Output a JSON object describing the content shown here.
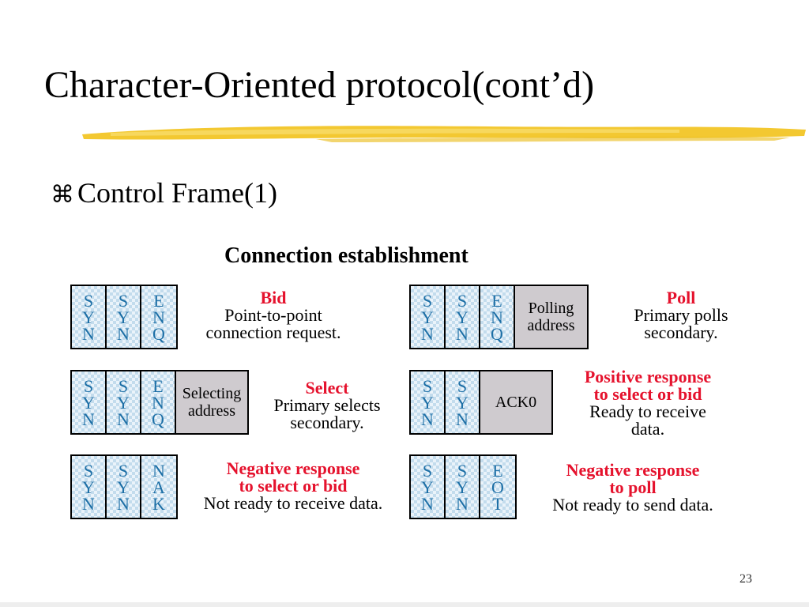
{
  "slide": {
    "title": "Character-Oriented protocol(cont’d)",
    "bullet_glyph": "⌘",
    "bullet_text": "Control Frame(1)",
    "page_number": "23",
    "colors": {
      "underline": "#f2c21b",
      "field_char": "#1d6fa6",
      "highlight": "#e5122d",
      "address_fill": "#cfcbcf"
    }
  },
  "diagram": {
    "title": "Connection establishment",
    "frames": [
      {
        "cells": [
          [
            "S",
            "Y",
            "N"
          ],
          [
            "S",
            "Y",
            "N"
          ],
          [
            "E",
            "N",
            "Q"
          ]
        ],
        "field": ""
      },
      {
        "cells": [
          [
            "S",
            "Y",
            "N"
          ],
          [
            "S",
            "Y",
            "N"
          ],
          [
            "E",
            "N",
            "Q"
          ]
        ],
        "field": "Polling\naddress"
      },
      {
        "cells": [
          [
            "S",
            "Y",
            "N"
          ],
          [
            "S",
            "Y",
            "N"
          ],
          [
            "E",
            "N",
            "Q"
          ]
        ],
        "field": "Selecting\naddress"
      },
      {
        "cells": [
          [
            "S",
            "Y",
            "N"
          ],
          [
            "S",
            "Y",
            "N"
          ]
        ],
        "field": "ACK0"
      },
      {
        "cells": [
          [
            "S",
            "Y",
            "N"
          ],
          [
            "S",
            "Y",
            "N"
          ],
          [
            "N",
            "A",
            "K"
          ]
        ],
        "field": ""
      },
      {
        "cells": [
          [
            "S",
            "Y",
            "N"
          ],
          [
            "S",
            "Y",
            "N"
          ],
          [
            "E",
            "O",
            "T"
          ]
        ],
        "field": ""
      }
    ],
    "descriptions": [
      {
        "head": [
          "Bid"
        ],
        "body": [
          "Point-to-point",
          "connection request."
        ]
      },
      {
        "head": [
          "Poll"
        ],
        "body": [
          "Primary polls",
          "secondary."
        ]
      },
      {
        "head": [
          "Select"
        ],
        "body": [
          "Primary selects",
          "secondary."
        ]
      },
      {
        "head": [
          "Positive response",
          "to select or bid"
        ],
        "body": [
          "Ready to receive",
          "data."
        ]
      },
      {
        "head": [
          "Negative response",
          "to select or bid"
        ],
        "body": [
          "Not ready to receive data."
        ]
      },
      {
        "head": [
          "Negative response",
          "to poll"
        ],
        "body": [
          "Not ready to send data."
        ]
      }
    ]
  }
}
